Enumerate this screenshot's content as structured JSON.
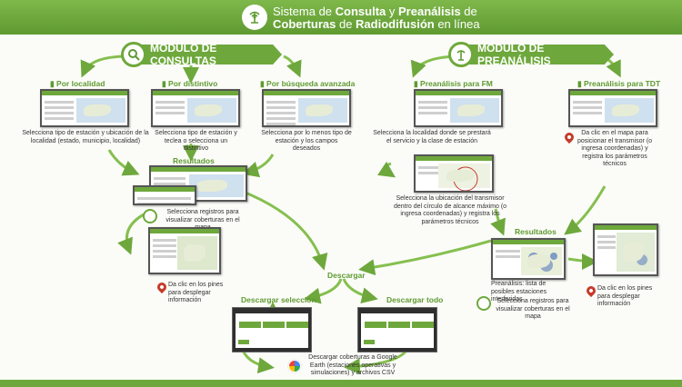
{
  "header": {
    "line1": [
      "Sistema de ",
      "Consulta",
      " y ",
      "Preanálisis",
      " de"
    ],
    "line2": [
      "Coberturas",
      " de ",
      "Radiodifusión",
      " en línea"
    ]
  },
  "consultas": {
    "module_title": "MÓDULO DE CONSULTAS",
    "por_localidad": {
      "label": "Por localidad",
      "desc": "Selecciona tipo de estación y ubicación de la localidad (estado, municipio, localidad)"
    },
    "por_distintivo": {
      "label": "Por distintivo",
      "desc": "Selecciona tipo de estación y teclea o selecciona un distintivo"
    },
    "por_busqueda": {
      "label": "Por búsqueda avanzada",
      "desc": "Selecciona por lo menos tipo de estación y los campos deseados"
    },
    "resultados": {
      "label": "Resultados",
      "desc": "Selecciona registros para visualizar coberturas en el mapa"
    },
    "pines": {
      "desc": "Da clic en los pines para desplegar información"
    }
  },
  "preanalisis": {
    "module_title": "MÓDULO DE PREANÁLISIS",
    "fm": {
      "label": "Preanálisis para FM",
      "desc": "Selecciona la localidad donde se prestará el servicio y la clase de estación",
      "desc2": "Selecciona la ubicación del transmisor dentro del círculo de alcance máximo (o ingresa coordenadas) y registra los parámetros técnicos"
    },
    "tdt": {
      "label": "Preanálisis para TDT",
      "desc": "Da clic en el mapa para posicionar el transmisor (o ingresa coordenadas) y registra los parámetros técnicos"
    },
    "resultados": {
      "label": "Resultados",
      "desc": "Preanálisis: lista de posibles estaciones interferidas",
      "desc2": "Selecciona registros para visualizar coberturas en el mapa"
    },
    "pines": {
      "desc": "Da clic en los pines para desplegar información"
    }
  },
  "descargar": {
    "label": "Descargar",
    "seleccion": "Descargar selección",
    "todo": "Descargar todo",
    "google_earth": "Descargar coberturas a Google Earth (estaciones operativas y simulaciones) y archivos CSV"
  },
  "colors": {
    "accent": "#6ea83c",
    "accent_dark": "#5f9a31",
    "pin": "#c53a2a"
  }
}
